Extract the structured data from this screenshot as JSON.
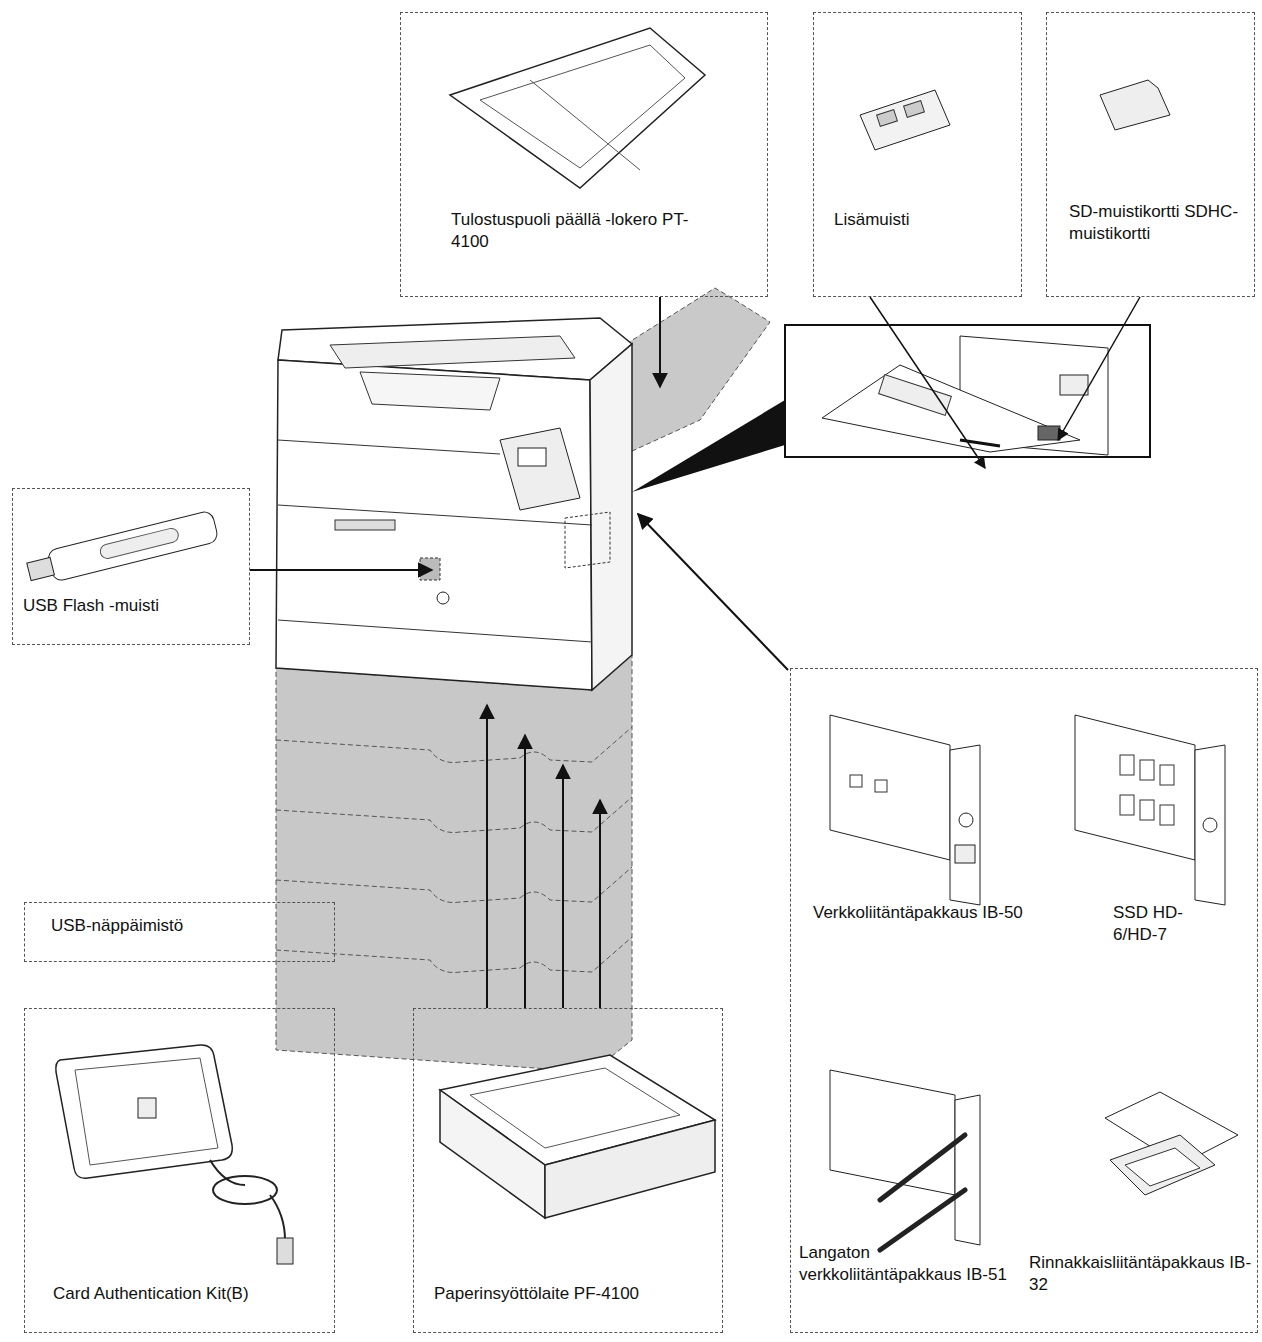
{
  "diagram": {
    "nodes": [
      {
        "text": [
          "Tulostuspuoli päällä -lokero PT-4100"
        ]
      },
      {
        "text": [
          "Lisämuisti"
        ]
      },
      {
        "text": [
          "SD-muistikortti SDHC-muistikortti"
        ]
      },
      {
        "text": [
          "USB Flash -muisti"
        ]
      },
      {
        "text": [
          "USB-näppäimistö"
        ]
      },
      {
        "text": [
          "Card Authentication Kit(B)"
        ]
      },
      {
        "text": [
          "Paperinsyöttölaite PF-4100"
        ]
      },
      {
        "text": [
          "Verkkoliitäntäpakkaus IB-50",
          "SSD HD-6/HD-7",
          "Langaton verkkoliitäntäpakkaus IB-51",
          "Rinnakkaisliitäntäpakkaus IB-32"
        ]
      }
    ]
  }
}
